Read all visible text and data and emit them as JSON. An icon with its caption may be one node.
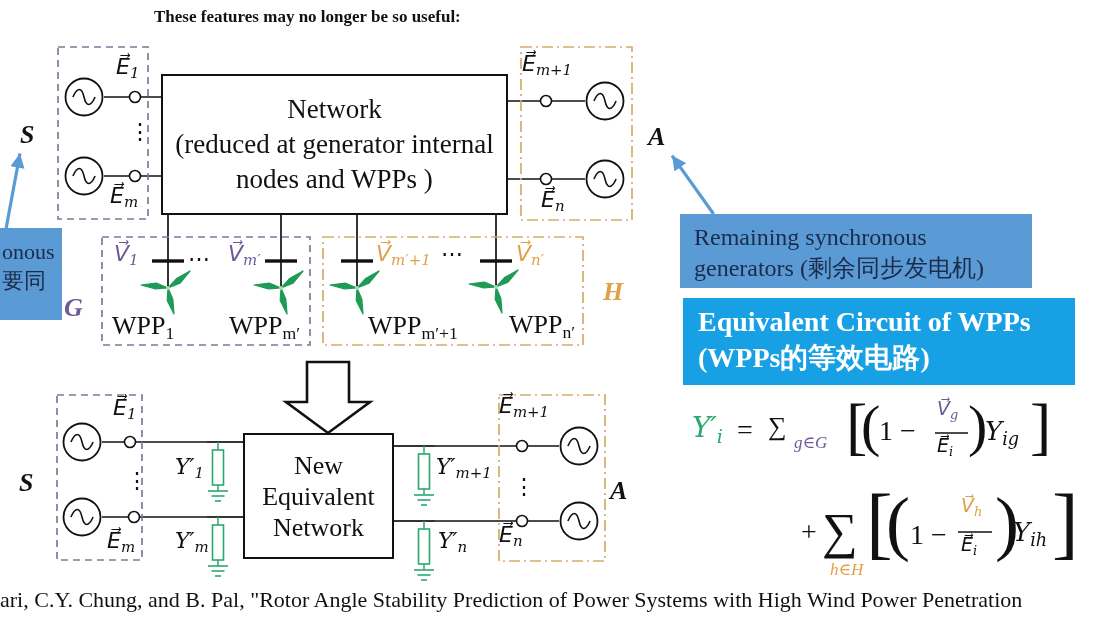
{
  "diagram": {
    "nodes": [
      {
        "text": [
          "S"
        ]
      },
      {
        "text": [],
        "shape": "circle",
        "in": 0,
        "beside": [
          "E⃗$_{1}$"
        ]
      },
      {
        "text": [],
        "shape": "circle",
        "in": 0,
        "beside": [
          "E⃗$_{m}$"
        ]
      },
      {
        "text": [
          "Network",
          "(reduced at generator internal nodes and WPPs )"
        ]
      },
      {
        "text": [
          "A"
        ]
      },
      {
        "text": [],
        "shape": "circle",
        "in": 4,
        "beside": [
          "E⃗$_{m+1}$"
        ]
      },
      {
        "text": [],
        "shape": "circle",
        "in": 4,
        "beside": [
          "E⃗$_{n}$"
        ]
      },
      {
        "text": [
          "G"
        ]
      },
      {
        "text": [
          "WPP$_{1}$"
        ],
        "in": 7,
        "beside": [
          "V⃗$_{1}$"
        ]
      },
      {
        "text": [
          "WPP$_{m′}$"
        ],
        "in": 7,
        "beside": [
          "V⃗$_{m′}$"
        ]
      },
      {
        "text": [
          "H"
        ]
      },
      {
        "text": [
          "WPP$_{m′+1}$"
        ],
        "in": 10,
        "beside": [
          "V⃗$_{m′+1}$"
        ]
      },
      {
        "text": [
          "WPP$_{n′}$"
        ],
        "in": 10,
        "beside": [
          "V⃗$_{n′}$"
        ]
      },
      {
        "text": [
          "onous 要同"
        ]
      },
      {
        "text": [
          "Remaining synchronous generators (剩余同步发电机)"
        ]
      },
      {
        "text": [
          "S"
        ]
      },
      {
        "text": [],
        "shape": "circle",
        "in": 15,
        "beside": [
          "E⃗$_{1}$"
        ]
      },
      {
        "text": [],
        "shape": "circle",
        "in": 15,
        "beside": [
          "E⃗$_{m}$"
        ]
      },
      {
        "text": [],
        "shape": "box",
        "beside": [
          "Y′$_{1}$"
        ]
      },
      {
        "text": [],
        "shape": "box",
        "beside": [
          "Y′$_{m}$"
        ]
      },
      {
        "text": [
          "New Equivalent Network"
        ]
      },
      {
        "text": [],
        "shape": "box",
        "beside": [
          "Y′$_{m+1}$"
        ]
      },
      {
        "text": [],
        "shape": "box",
        "beside": [
          "Y′$_{n}$"
        ]
      },
      {
        "text": [
          "A"
        ]
      },
      {
        "text": [],
        "shape": "circle",
        "in": 23,
        "beside": [
          "E⃗$_{m+1}$"
        ]
      },
      {
        "text": [],
        "shape": "circle",
        "in": 23,
        "beside": [
          "E⃗$_{n}$"
        ]
      },
      {
        "text": [
          "Equivalent Circuit of WPPs (WPPs的等效电路)"
        ]
      }
    ],
    "edges": [
      {
        "from": 1,
        "to": 3,
        "arrow": "none"
      },
      {
        "from": 2,
        "to": 3,
        "arrow": "none"
      },
      {
        "from": 3,
        "to": 5,
        "arrow": "none"
      },
      {
        "from": 3,
        "to": 6,
        "arrow": "none"
      },
      {
        "from": 3,
        "to": 8,
        "arrow": "none"
      },
      {
        "from": 3,
        "to": 9,
        "arrow": "none"
      },
      {
        "from": 3,
        "to": 11,
        "arrow": "none"
      },
      {
        "from": 3,
        "to": 12,
        "arrow": "none"
      },
      {
        "from": 13,
        "to": 0,
        "arrow": "to",
        "color": "#5b9bd5"
      },
      {
        "from": 14,
        "to": 4,
        "arrow": "to",
        "color": "#5b9bd5"
      },
      {
        "from": null,
        "to": 20,
        "arrow": "to",
        "style": "thick"
      },
      {
        "from": 16,
        "to": 18,
        "arrow": "none"
      },
      {
        "from": 18,
        "to": 20,
        "arrow": "none"
      },
      {
        "from": 17,
        "to": 19,
        "arrow": "none"
      },
      {
        "from": 19,
        "to": 20,
        "arrow": "none"
      },
      {
        "from": 20,
        "to": 21,
        "arrow": "none"
      },
      {
        "from": 21,
        "to": 24,
        "arrow": "none"
      },
      {
        "from": 20,
        "to": 22,
        "arrow": "none"
      },
      {
        "from": 22,
        "to": 25,
        "arrow": "none"
      }
    ],
    "labels": [
      "These features may no longer be so useful:",
      "⋮",
      "⋯",
      "⋯",
      "⋮",
      "⋮",
      "Y′$_{i}$",
      "=",
      "∑",
      "g∈G",
      "[",
      "(",
      "1 −",
      "V⃗$_{g}$",
      "E⃗$_{i}$",
      ")",
      "Y$_{ig}$",
      "]",
      "+",
      "∑",
      "h∈H",
      "[",
      "(",
      "1 −",
      "V⃗$_{h}$",
      "E⃗$_{i}$",
      ")",
      "Y$_{ih}$",
      "]",
      "ari, C.Y. Chung, and B. Pal, \"Rotor Angle Stability Prediction of Power Systems with High Wind Power Penetration"
    ]
  }
}
